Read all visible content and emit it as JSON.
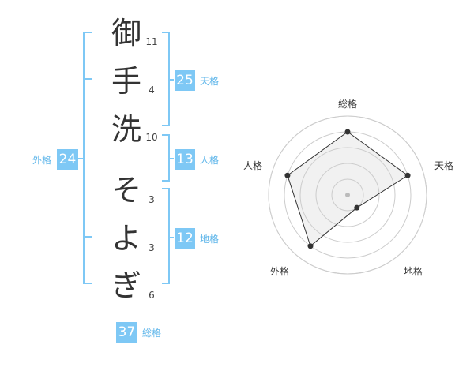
{
  "name_chars": [
    "御",
    "手",
    "洗",
    "そ",
    "よ",
    "ぎ"
  ],
  "strokes": [
    "11",
    "4",
    "10",
    "3",
    "3",
    "6"
  ],
  "fortunes": {
    "tenkaku": {
      "value": "25",
      "label": "天格"
    },
    "jinkaku": {
      "value": "13",
      "label": "人格"
    },
    "chikaku": {
      "value": "12",
      "label": "地格"
    },
    "gaikaku": {
      "value": "24",
      "label": "外格"
    },
    "soukaku": {
      "value": "37",
      "label": "総格"
    }
  },
  "radar": {
    "axes": [
      "総格",
      "天格",
      "地格",
      "外格",
      "人格"
    ],
    "levels": [
      4,
      4,
      1,
      4,
      4
    ],
    "max_level": 5,
    "fill_color": "#f1f1f1",
    "line_color": "#333333"
  }
}
